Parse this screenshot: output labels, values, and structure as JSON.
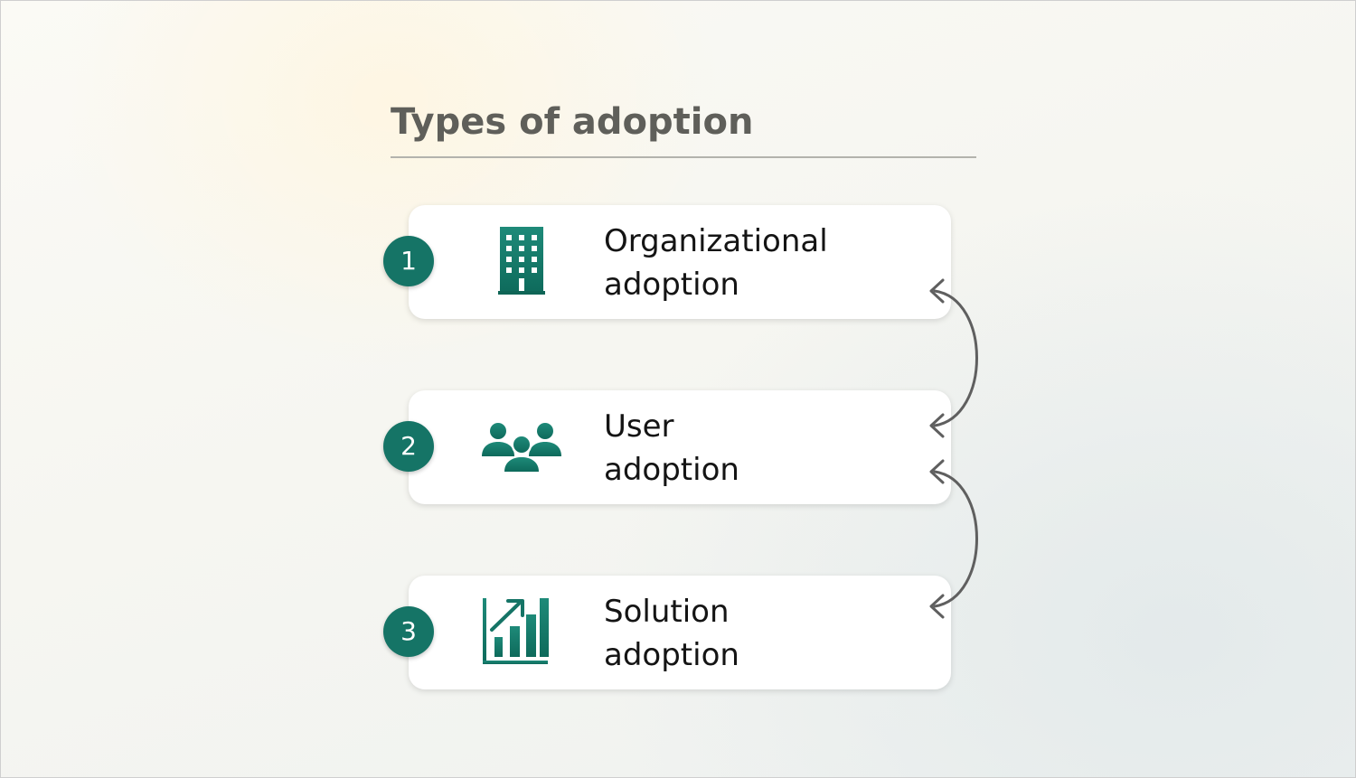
{
  "title": "Types of adoption",
  "colors": {
    "accent": "#157466",
    "title": "#5f5f5a",
    "connector": "#5f5f5f",
    "card": "#ffffff"
  },
  "items": [
    {
      "number": "1",
      "icon": "office-building-icon",
      "label_line1": "Organizational",
      "label_line2": "adoption"
    },
    {
      "number": "2",
      "icon": "people-group-icon",
      "label_line1": "User",
      "label_line2": "adoption"
    },
    {
      "number": "3",
      "icon": "bar-chart-growth-icon",
      "label_line1": "Solution",
      "label_line2": "adoption"
    }
  ]
}
